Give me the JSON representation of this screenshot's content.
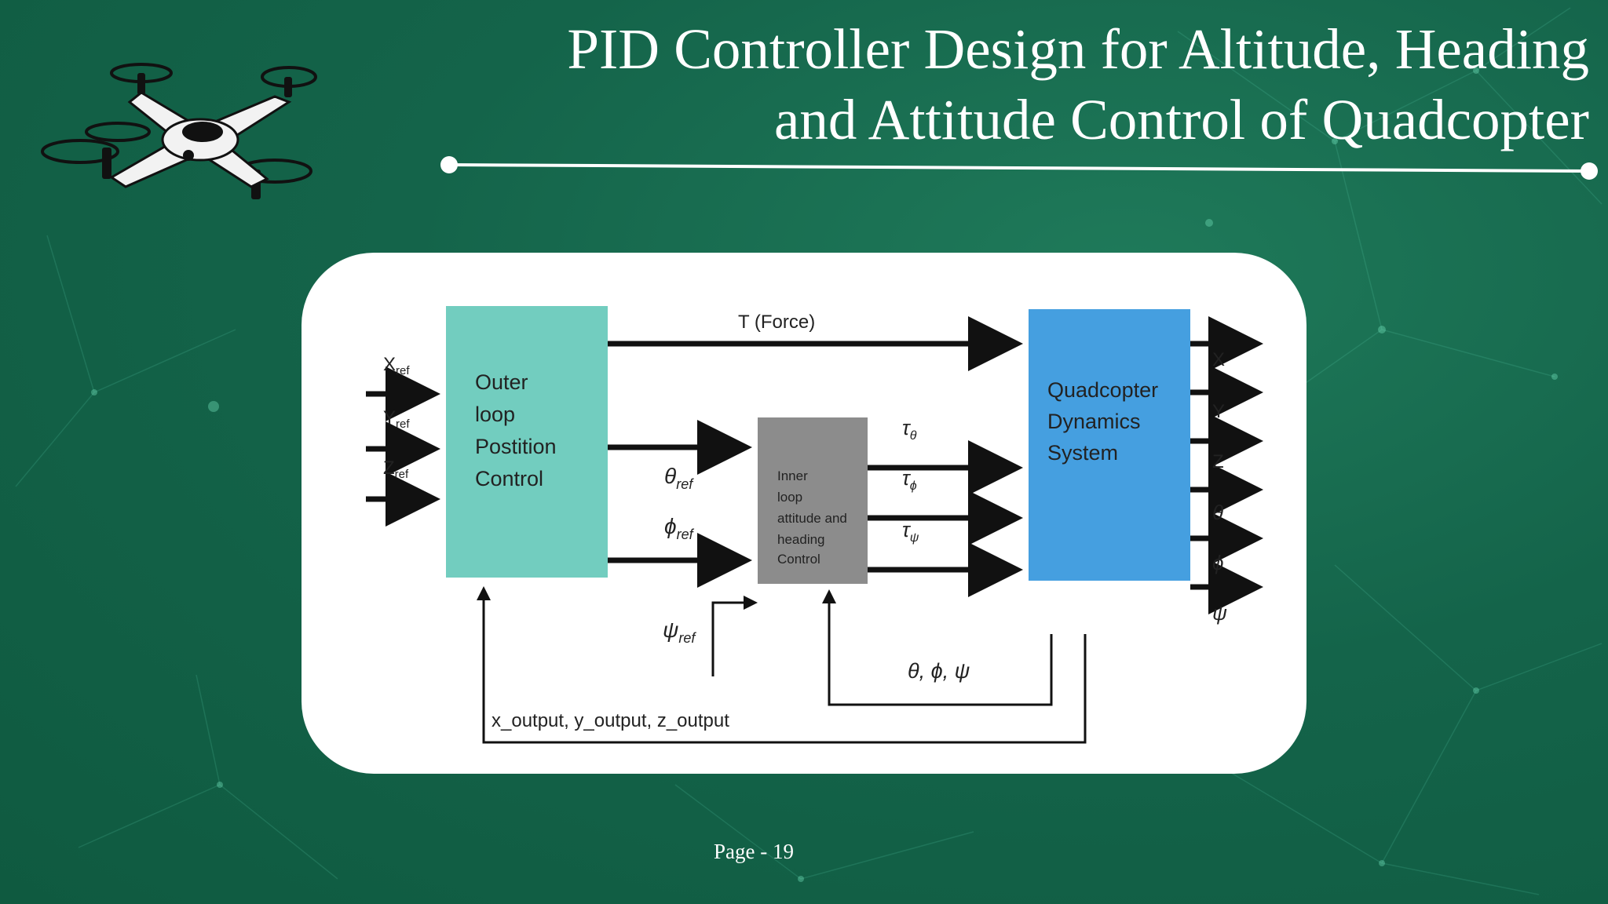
{
  "slide": {
    "title_line1": "PID Controller Design for Altitude, Heading",
    "title_line2": "and Attitude Control of Quadcopter",
    "page_label": "Page - 19"
  },
  "colors": {
    "background": "#14644a",
    "outer_block": "#72cdbf",
    "inner_block": "#8c8c8c",
    "dynamics_block": "#459fe0",
    "text_on_slide": "#ffffff"
  },
  "icons": {
    "drone": "quadcopter-illustration"
  },
  "diagram": {
    "inputs": {
      "x_ref": {
        "base": "X",
        "sub": "ref"
      },
      "y_ref": {
        "base": "Y",
        "sub": "ref"
      },
      "z_ref": {
        "base": "Z",
        "sub": "ref"
      }
    },
    "outer_block": [
      "Outer",
      "loop",
      "Postition",
      "Control"
    ],
    "inner_block": [
      "Inner",
      "loop",
      "attitude and",
      "heading",
      "Control"
    ],
    "dynamics_block": [
      "Quadcopter",
      "Dynamics",
      "System"
    ],
    "thrust_label": "T (Force)",
    "theta_ref": {
      "base": "θ",
      "sub": "ref"
    },
    "phi_ref": {
      "base": "ϕ",
      "sub": "ref"
    },
    "psi_ref": {
      "base": "ψ",
      "sub": "ref"
    },
    "tau_theta": {
      "base": "τ",
      "sub": "θ"
    },
    "tau_phi": {
      "base": "τ",
      "sub": "ϕ"
    },
    "tau_psi": {
      "base": "τ",
      "sub": "ψ"
    },
    "outputs": [
      "X",
      "Y",
      "Z",
      "θ",
      "ϕ",
      "ψ"
    ],
    "attitude_feedback": "θ, ϕ, ψ",
    "position_feedback": "x_output, y_output, z_output"
  }
}
